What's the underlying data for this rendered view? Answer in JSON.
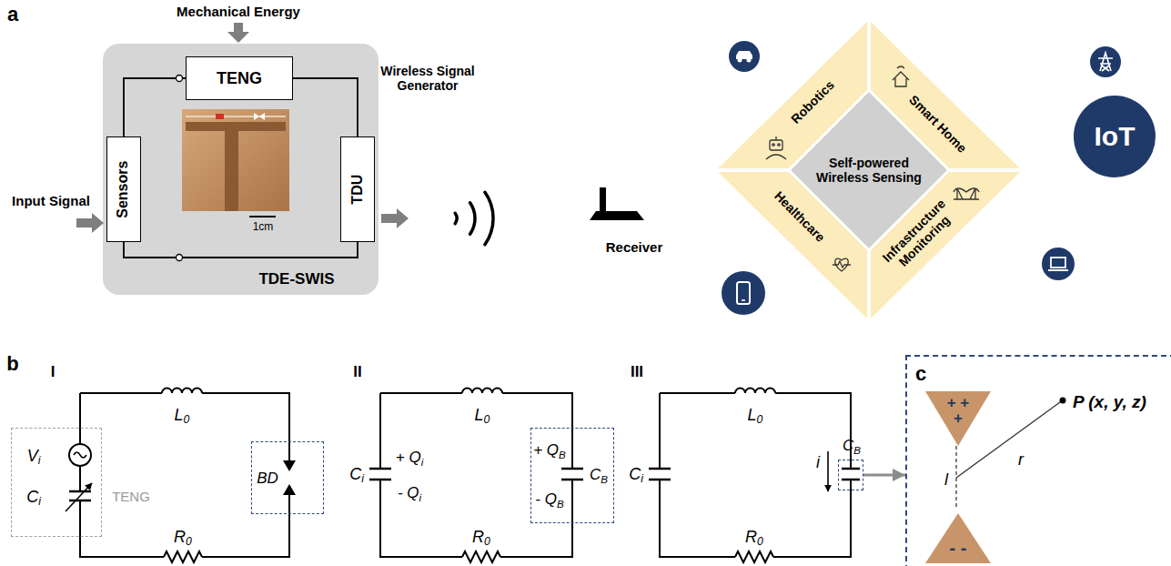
{
  "diagram": {
    "nodes": [
      {
        "text": [
          "TDE-SWIS"
        ]
      },
      {
        "text": [
          "TENG"
        ],
        "in": 0
      },
      {
        "text": [
          "Sensors"
        ],
        "in": 0
      },
      {
        "text": [
          "TDU"
        ],
        "in": 0
      },
      {
        "text": [
          "Self-powered Wireless Sensing"
        ]
      },
      {
        "text": [
          "Robotics"
        ],
        "in": 4
      },
      {
        "text": [
          "Smart Home"
        ],
        "in": 4
      },
      {
        "text": [
          "Healthcare"
        ],
        "in": 4
      },
      {
        "text": [
          "Infrastructure Monitoring"
        ],
        "in": 4
      },
      {
        "text": [
          "IoT"
        ]
      },
      {
        "text": [
          "Vi",
          "Ci",
          "TENG"
        ]
      },
      {
        "text": [
          "BD"
        ]
      },
      {
        "text": [
          "+ QB",
          "CB",
          "- QB"
        ]
      },
      {
        "text": [
          "CB"
        ]
      },
      {
        "text": [
          "c",
          "P (x, y, z)",
          "l",
          "r"
        ]
      },
      {
        "text": [
          "+ + +"
        ],
        "in": 14
      },
      {
        "text": [
          "- -"
        ],
        "in": 14
      }
    ],
    "edges": [
      {
        "from": 1,
        "to": 2,
        "arrow": "none"
      },
      {
        "from": 1,
        "to": 3,
        "arrow": "none"
      },
      {
        "from": 2,
        "to": 3,
        "arrow": "none"
      },
      {
        "from": 13,
        "to": 14,
        "arrow": "to"
      }
    ],
    "labels": [
      "a",
      "Mechanical Energy",
      "Input Signal",
      "1cm",
      "Wireless Signal Generator",
      "Receiver",
      "b",
      "I",
      "L0",
      "R0",
      "II",
      "L0",
      "Ci",
      "+ Qi",
      "- Qi",
      "R0",
      "III",
      "L0",
      "Ci",
      "i",
      "R0"
    ]
  }
}
